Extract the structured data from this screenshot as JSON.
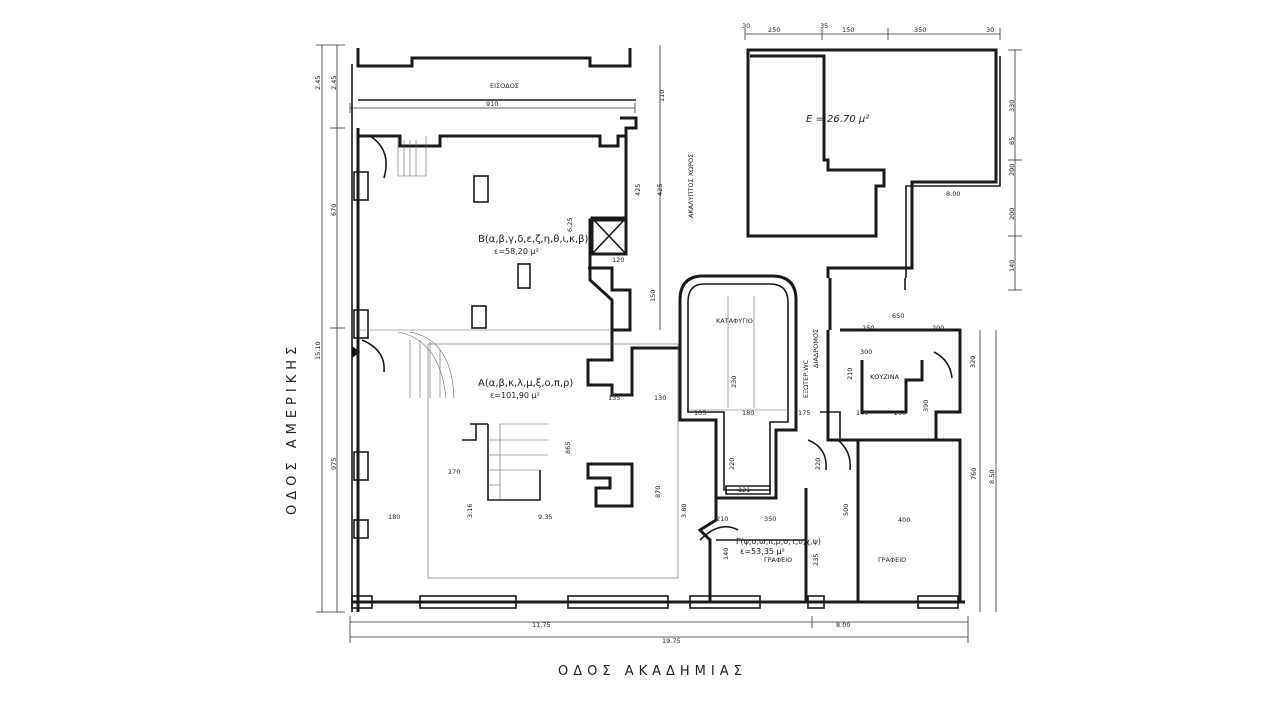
{
  "streets": {
    "bottom": "ΟΔΟΣ  ΑΚΑΔΗΜΙΑΣ",
    "left": "ΟΔΟΣ  ΑΜΕΡΙΚΗΣ"
  },
  "labels": {
    "entrance": "ΕΙΣΟΔΟΣ",
    "open_space": "ΑΚΑΛΥΠΤΟΣ ΧΩΡΟΣ",
    "shelter": "ΚΑΤΑΦΥΓΙΟ",
    "corridor": "ΔΙΑΔΡΟΜΟΣ",
    "kitchen": "ΚΟΥΖΙΝΑ",
    "office_right": "ΓΡΑΦΕΙΟ",
    "office_small": "ΓΡΑΦΕΙΟ",
    "exterior_wc": "ΕΞΩΤΕΡ.WC",
    "area_top_right": "E = 26.70 μ²"
  },
  "rooms": {
    "B": {
      "name": "Β(α,β,γ,δ,ε,ζ,η,θ,ι,κ,β)",
      "area": "ε=58,20 μ²"
    },
    "A": {
      "name": "Α(α,β,κ,λ,μ,ξ,ο,π,ρ)",
      "area": "ε=101,90 μ²"
    },
    "G": {
      "name": "Γ(φ,σ,ω,π,ρ,σ,τ,υ,χ,ψ)",
      "area": "ε=53,35 μ²"
    }
  },
  "dimensions": {
    "top_910": "910",
    "top_250": "250",
    "top_150": "150",
    "top_350": "350",
    "top_30a": "30",
    "top_30b": "30",
    "top_35": "35",
    "bottom_1175": "11.75",
    "bottom_1975": "19.75",
    "bottom_800": "8.00",
    "left_1510": "15.10",
    "left_245a": "2.45",
    "left_245b": "2.45",
    "left_670": "670",
    "left_975": "975",
    "mid_180": "180",
    "mid_935": "9.35",
    "mid_865": "865",
    "mid_170": "170",
    "mid_316": "3.16",
    "mid_870": "870",
    "mid_380": "3.80",
    "mid_625": "6.25",
    "mid_425a": "425",
    "mid_425b": "425",
    "mid_120": "120",
    "mid_135": "135",
    "mid_130": "130",
    "mid_150": "150",
    "sh_105": "105",
    "sh_180": "180",
    "sh_230": "230",
    "sh_220": "220",
    "sh_121": "121",
    "sh_350": "350",
    "sh_140": "140",
    "sh_210": "210",
    "sh_175": "175",
    "r_650": "650",
    "r_250": "250",
    "r_200": "200",
    "r_400": "400",
    "r_760": "760",
    "r_850": "8.50",
    "r_390": "390",
    "r_300": "300",
    "r_140": "140",
    "r_320": "320",
    "r_250b": "250",
    "r_210": "210",
    "r_220": "220",
    "r_500": "500",
    "r_235": "235",
    "top_right_800": "8.00",
    "side_330": "330",
    "side_200": "200",
    "side_140": "140",
    "side_200b": "200",
    "side_85": "85",
    "mid_110": "110"
  }
}
